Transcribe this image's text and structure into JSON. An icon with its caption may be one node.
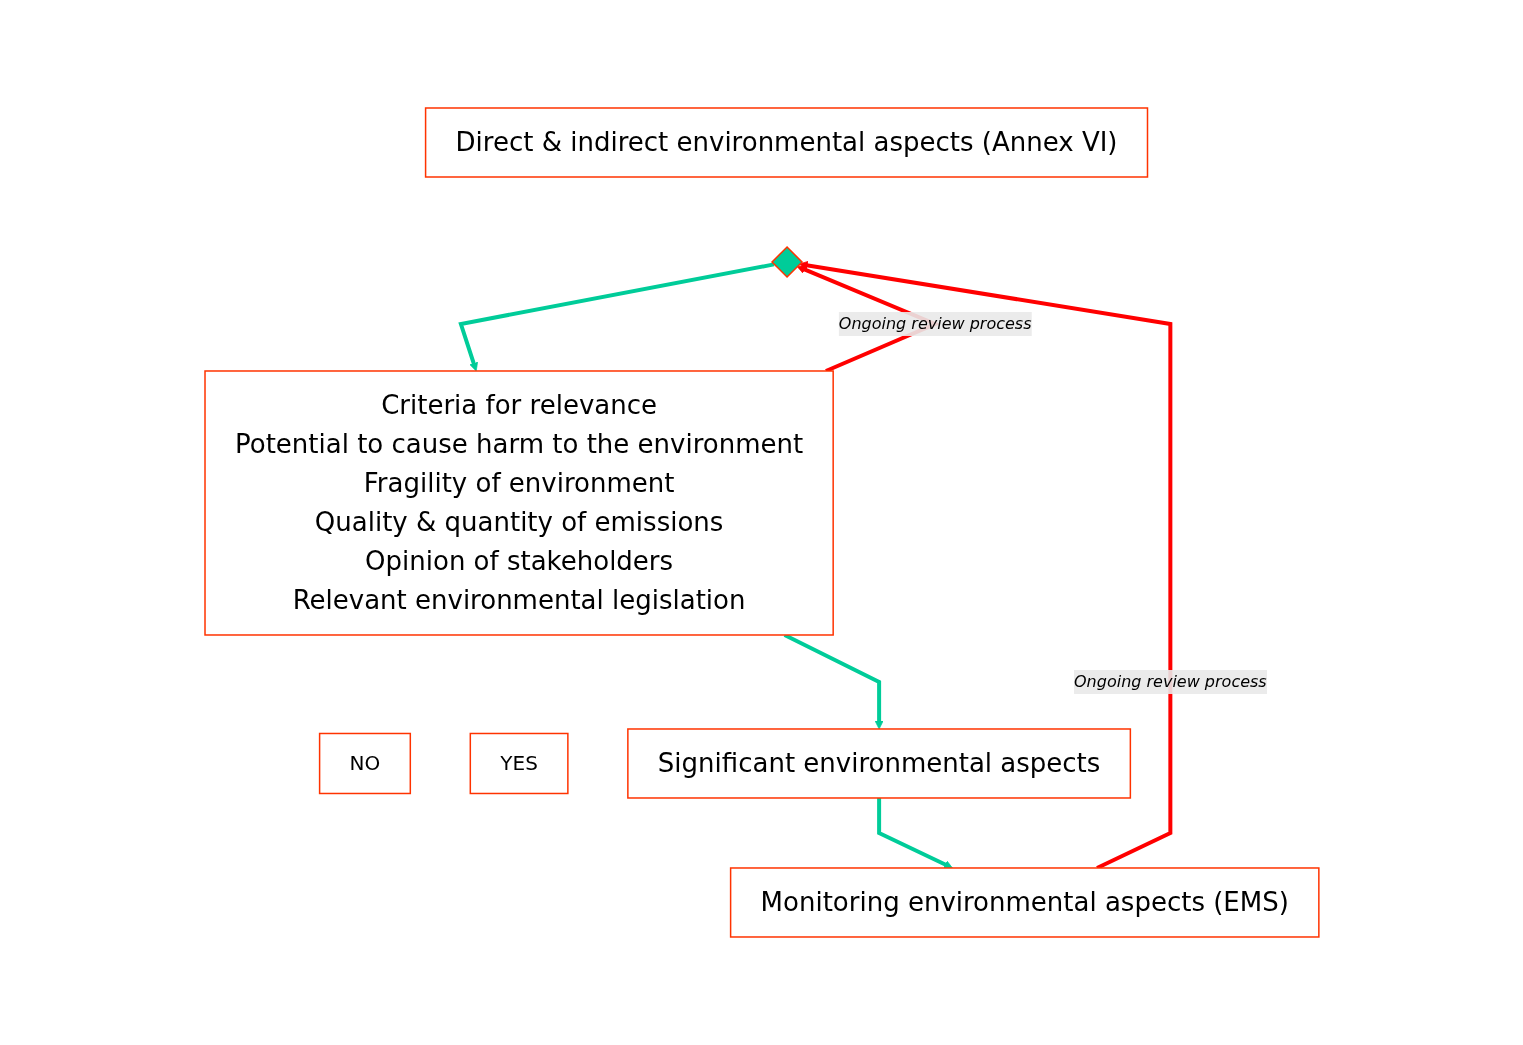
{
  "diagram": {
    "nodes": [
      {
        "text": [
          "Direct & indirect environmental  aspects (Annex VI)"
        ]
      },
      {
        "text": [],
        "shape": "diamond"
      },
      {
        "text": [
          "Criteria for relevance",
          "Potential to cause harm to the environment",
          "Fragility of environment",
          "Quality & quantity of emissions",
          "Opinion of stakeholders",
          "Relevant environmental legislation"
        ]
      },
      {
        "text": [
          "NO"
        ]
      },
      {
        "text": [
          "YES"
        ]
      },
      {
        "text": [
          "Significant environmental  aspects"
        ]
      },
      {
        "text": [
          "Monitoring environmental  aspects (EMS)"
        ]
      }
    ],
    "edges": [
      {
        "from": 1,
        "to": 2,
        "arrow": "to"
      },
      {
        "from": 2,
        "to": 1,
        "arrow": "to",
        "label": "Ongoing review process",
        "color": "#ff0000"
      },
      {
        "from": 2,
        "to": 5,
        "arrow": "to"
      },
      {
        "from": 5,
        "to": 6,
        "arrow": "to"
      },
      {
        "from": 6,
        "to": 1,
        "arrow": "to",
        "label": "Ongoing review process",
        "color": "#ff0000"
      }
    ]
  }
}
